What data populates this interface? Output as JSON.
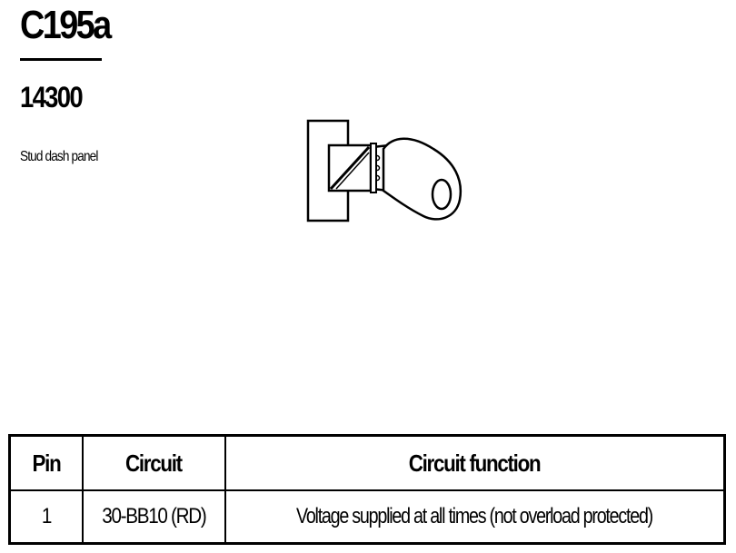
{
  "header": {
    "connector_id": "C195a",
    "part_number": "14300",
    "location": "Stud dash panel"
  },
  "pin_table": {
    "columns": [
      "Pin",
      "Circuit",
      "Circuit function"
    ],
    "rows": [
      {
        "pin": "1",
        "circuit": "30-BB10 (RD)",
        "function": "Voltage supplied at all times (not overload protected)"
      }
    ]
  }
}
